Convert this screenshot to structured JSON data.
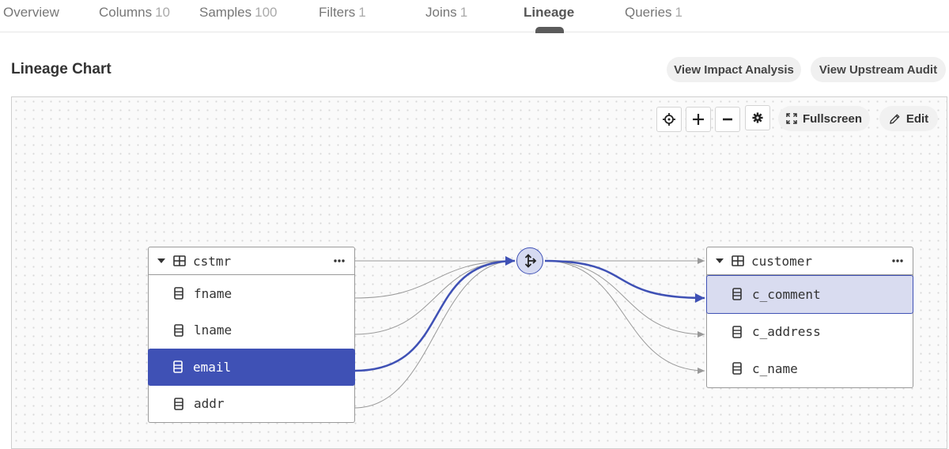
{
  "tabs": [
    {
      "label": "Overview",
      "count": ""
    },
    {
      "label": "Columns",
      "count": "10"
    },
    {
      "label": "Samples",
      "count": "100"
    },
    {
      "label": "Filters",
      "count": "1"
    },
    {
      "label": "Joins",
      "count": "1"
    },
    {
      "label": "Lineage",
      "count": ""
    },
    {
      "label": "Queries",
      "count": "1"
    }
  ],
  "active_tab": "Lineage",
  "section": {
    "title": "Lineage Chart",
    "impact_button": "View Impact Analysis",
    "audit_button": "View Upstream Audit"
  },
  "toolbar": {
    "icons": [
      "crosshair-icon",
      "plus-icon",
      "minus-icon",
      "gear-icon"
    ],
    "fullscreen_label": "Fullscreen",
    "edit_label": "Edit"
  },
  "colors": {
    "accent": "#3f51b5",
    "selected_light": "#d9dcf0",
    "edge": "#999999"
  },
  "source_table": {
    "name": "cstmr",
    "columns": [
      "fname",
      "lname",
      "email",
      "addr"
    ],
    "selected_column": "email"
  },
  "target_table": {
    "name": "customer",
    "columns": [
      "c_comment",
      "c_address",
      "c_name"
    ],
    "selected_column": "c_comment"
  }
}
